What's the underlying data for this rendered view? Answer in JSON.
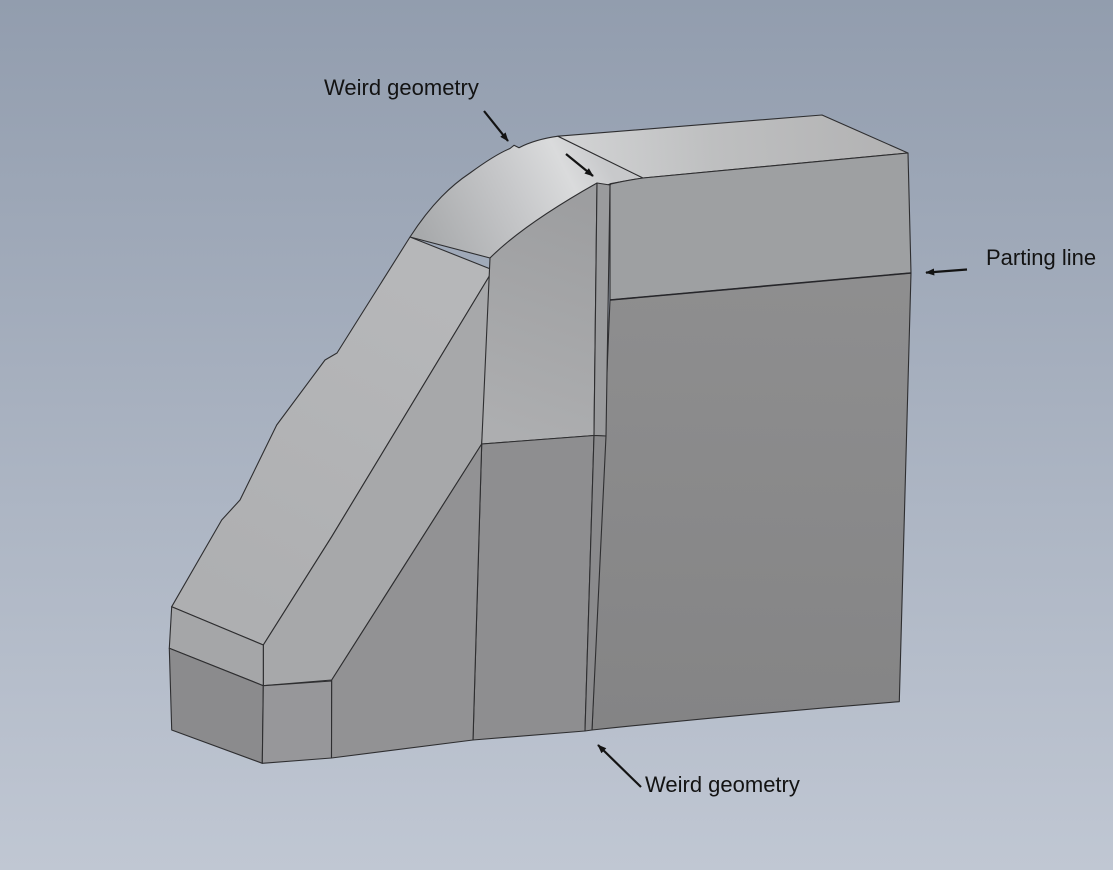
{
  "annotations": {
    "weird_geometry_top": "Weird geometry",
    "parting_line": "Parting line",
    "weird_geometry_bottom": "Weird geometry"
  },
  "colors": {
    "bg_top": "#929dae",
    "bg_bottom": "#c0c7d3",
    "edge": "#2e2e30",
    "annotation_text": "#131313",
    "face_top_hi": "#d3d4d5",
    "face_top_mid": "#bebfc0",
    "face_top_lo": "#b2b2b3",
    "fillet_lo": "#a7a9ab",
    "fillet_mid": "#c6c7c9",
    "fillet_hi": "#dadbdc",
    "fillet_end": "#c8c9cb",
    "face_front_upper": "#9ea0a2",
    "face_front_lower_top": "#8e8e8f",
    "face_front_lower_bottom": "#848485",
    "sliver_upper": "#9a9b9d",
    "sliver_lower": "#8a8a8c",
    "face_mid_upper_top": "#9d9ea0",
    "face_mid_upper_bottom": "#adaeb0",
    "face_mid_lower_right": "#8e8e90",
    "face_mid_lower_left": "#929294",
    "ramp_front": "#a7a8aa",
    "ramp_top_hi": "#b6b7b9",
    "ramp_top_lo": "#aeafb1",
    "foot_upper": "#a5a6a8",
    "foot_lower": "#8b8b8d",
    "foot_right": "#97979a"
  }
}
